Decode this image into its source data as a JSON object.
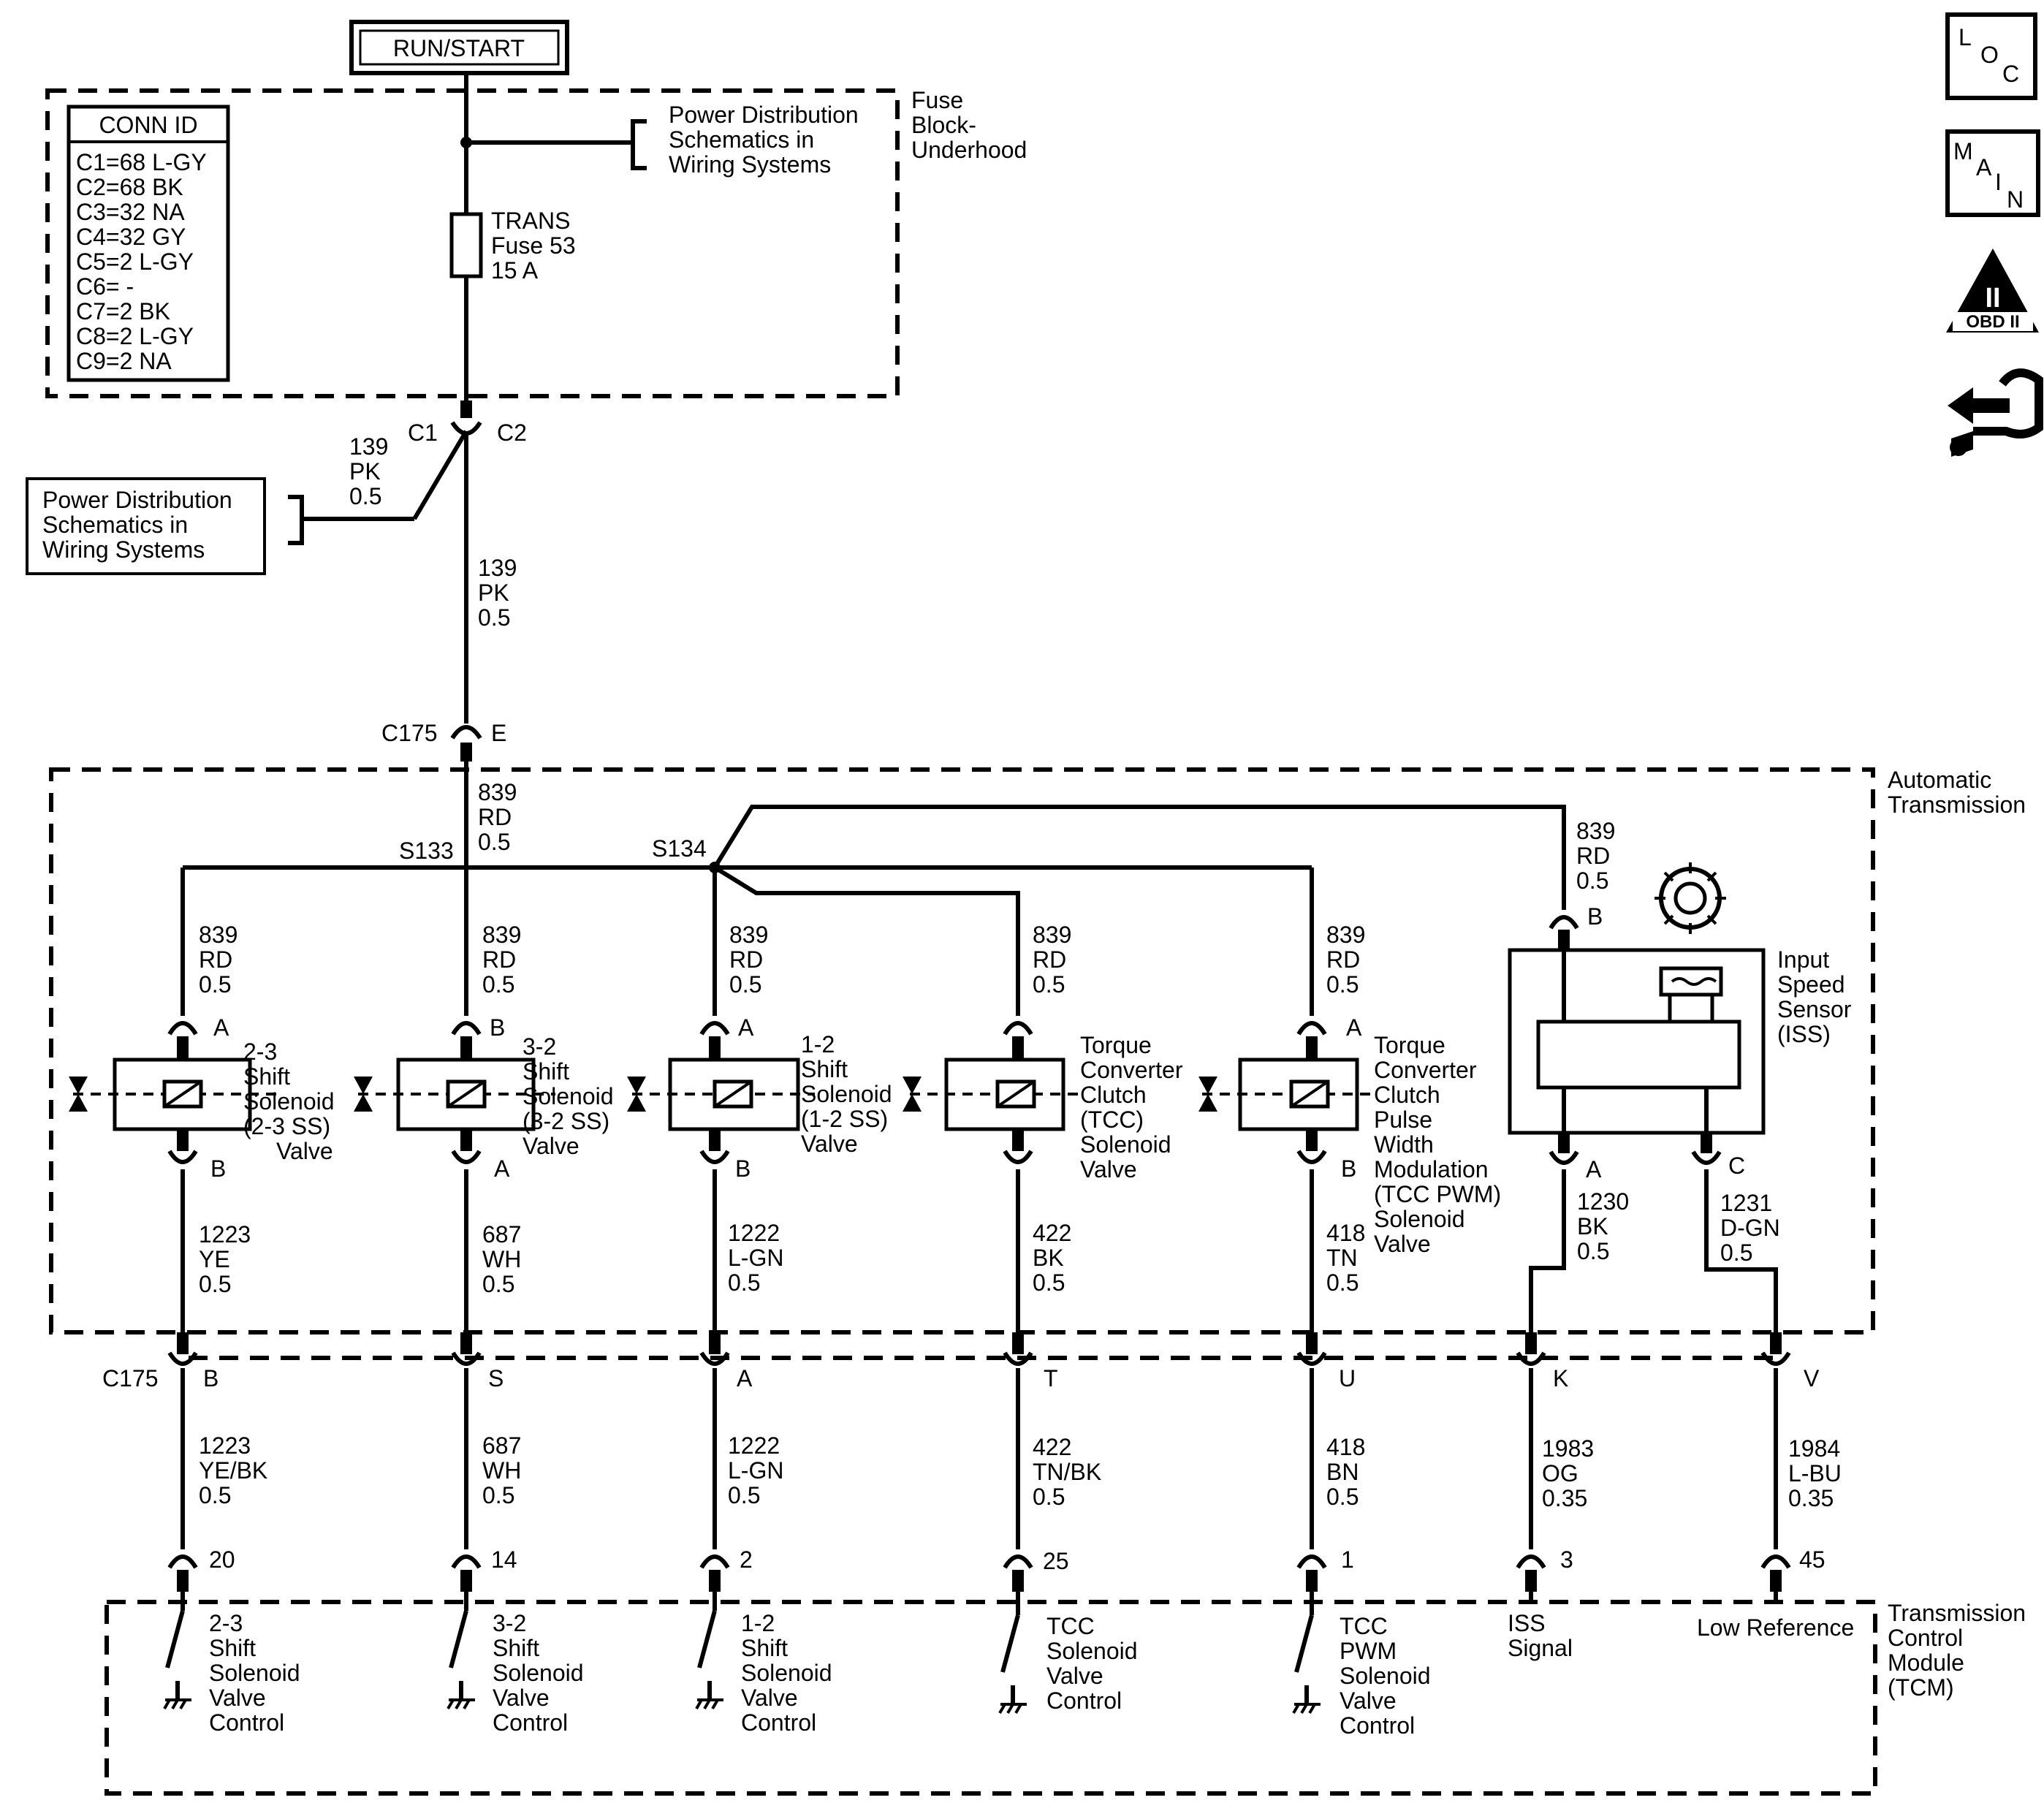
{
  "run_start": "RUN/START",
  "conn_id": {
    "title": "CONN ID",
    "rows": [
      "C1=68 L-GY",
      "C2=68 BK",
      "C3=32 NA",
      "C4=32 GY",
      "C5=2 L-GY",
      "C6= -",
      "C7=2 BK",
      "C8=2 L-GY",
      "C9=2 NA"
    ]
  },
  "power_dist_top": [
    "Power Distribution",
    "Schematics in",
    "Wiring Systems"
  ],
  "power_dist_left": [
    "Power Distribution",
    "Schematics in",
    "Wiring Systems"
  ],
  "fuse_block": [
    "Fuse",
    "Block-",
    "Underhood"
  ],
  "fuse": [
    "TRANS",
    "Fuse 53",
    "15 A"
  ],
  "conn_c1": "C1",
  "conn_c2": "C2",
  "wire_139_upper": [
    "139",
    "PK",
    "0.5"
  ],
  "wire_139_lower": [
    "139",
    "PK",
    "0.5"
  ],
  "c175_top": {
    "name": "C175",
    "pin": "E"
  },
  "trans_label": [
    "Automatic",
    "Transmission"
  ],
  "splice_s133": "S133",
  "splice_s134": "S134",
  "wire_839_main": [
    "839",
    "RD",
    "0.5"
  ],
  "wire_839_iss": [
    "839",
    "RD",
    "0.5"
  ],
  "solenoids": [
    {
      "top_wire": [
        "839",
        "RD",
        "0.5"
      ],
      "top_pin": "A",
      "bottom_pin": "B",
      "label": [
        "2-3",
        "Shift",
        "Solenoid",
        "(2-3 SS)",
        "Valve"
      ],
      "out_wire": [
        "1223",
        "YE",
        "0.5"
      ],
      "c175_pin": "B",
      "tcm_wire": [
        "1223",
        "YE/BK",
        "0.5"
      ],
      "tcm_pin": "20",
      "tcm_label": [
        "2-3",
        "Shift",
        "Solenoid",
        "Valve",
        "Control"
      ]
    },
    {
      "top_wire": [
        "839",
        "RD",
        "0.5"
      ],
      "top_pin": "B",
      "bottom_pin": "A",
      "label": [
        "3-2",
        "Shift",
        "Solenoid",
        "(3-2 SS)",
        "Valve"
      ],
      "out_wire": [
        "687",
        "WH",
        "0.5"
      ],
      "c175_pin": "S",
      "tcm_wire": [
        "687",
        "WH",
        "0.5"
      ],
      "tcm_pin": "14",
      "tcm_label": [
        "3-2",
        "Shift",
        "Solenoid",
        "Valve",
        "Control"
      ]
    },
    {
      "top_wire": [
        "839",
        "RD",
        "0.5"
      ],
      "top_pin": "A",
      "bottom_pin": "B",
      "label": [
        "1-2",
        "Shift",
        "Solenoid",
        "(1-2 SS)",
        "Valve"
      ],
      "out_wire": [
        "1222",
        "L-GN",
        "0.5"
      ],
      "c175_pin": "A",
      "tcm_wire": [
        "1222",
        "L-GN",
        "0.5"
      ],
      "tcm_pin": "2",
      "tcm_label": [
        "1-2",
        "Shift",
        "Solenoid",
        "Valve",
        "Control"
      ]
    },
    {
      "top_wire": [
        "839",
        "RD",
        "0.5"
      ],
      "top_pin": "",
      "bottom_pin": "",
      "label": [
        "Torque",
        "Converter",
        "Clutch",
        "(TCC)",
        "Solenoid",
        "Valve"
      ],
      "out_wire": [
        "422",
        "BK",
        "0.5"
      ],
      "c175_pin": "T",
      "tcm_wire": [
        "422",
        "TN/BK",
        "0.5"
      ],
      "tcm_pin": "25",
      "tcm_label": [
        "TCC",
        "Solenoid",
        "Valve",
        "Control"
      ]
    },
    {
      "top_wire": [
        "839",
        "RD",
        "0.5"
      ],
      "top_pin": "A",
      "bottom_pin": "B",
      "label": [
        "Torque",
        "Converter",
        "Clutch",
        "Pulse",
        "Width",
        "Modulation",
        "(TCC PWM)",
        "Solenoid",
        "Valve"
      ],
      "out_wire": [
        "418",
        "TN",
        "0.5"
      ],
      "c175_pin": "U",
      "tcm_wire": [
        "418",
        "BN",
        "0.5"
      ],
      "tcm_pin": "1",
      "tcm_label": [
        "TCC",
        "PWM",
        "Solenoid",
        "Valve",
        "Control"
      ]
    }
  ],
  "iss": {
    "label": [
      "Input",
      "Speed",
      "Sensor",
      "(ISS)"
    ],
    "top_pin": "B",
    "pin_a": "A",
    "pin_c": "C",
    "wire_a": [
      "1230",
      "BK",
      "0.5"
    ],
    "wire_c": [
      "1231",
      "D-GN",
      "0.5"
    ],
    "c175_pin_k": "K",
    "c175_pin_v": "V",
    "tcm_wire_k": [
      "1983",
      "OG",
      "0.35"
    ],
    "tcm_wire_v": [
      "1984",
      "L-BU",
      "0.35"
    ],
    "tcm_pin_k": "3",
    "tcm_pin_v": "45",
    "tcm_label_k": [
      "ISS",
      "Signal"
    ],
    "tcm_label_v": "Low Reference"
  },
  "c175_bottom": "C175",
  "tcm_label": [
    "Transmission",
    "Control",
    "Module",
    "(TCM)"
  ],
  "side_icons": {
    "loc": [
      "L",
      "O",
      "C"
    ],
    "main": [
      "M",
      "A",
      "I",
      "N"
    ],
    "obd": [
      "II",
      "OBD II"
    ]
  }
}
